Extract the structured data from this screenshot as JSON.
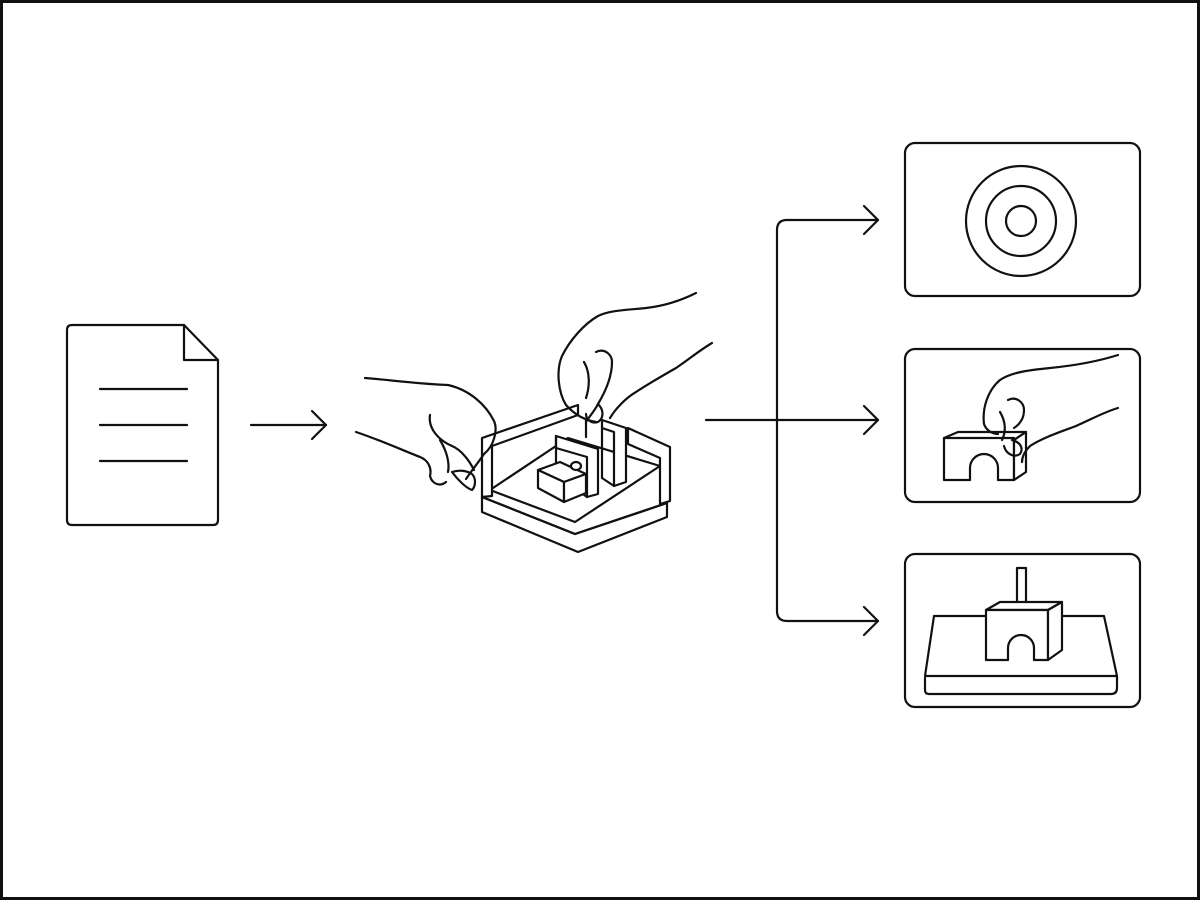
{
  "diagram": {
    "colors": {
      "line": "#111111",
      "background": "#ffffff"
    },
    "nodes": [
      {
        "id": "document",
        "icon": "document-icon"
      },
      {
        "id": "hands-assembling",
        "icon": "hands-assembling-model-icon"
      },
      {
        "id": "target-panel",
        "icon": "target-icon"
      },
      {
        "id": "hand-placing-panel",
        "icon": "hand-placing-block-icon"
      },
      {
        "id": "mounted-block-panel",
        "icon": "mounted-block-icon"
      }
    ],
    "edges": [
      {
        "from": "document",
        "to": "hands-assembling"
      },
      {
        "from": "hands-assembling",
        "to": "target-panel"
      },
      {
        "from": "hands-assembling",
        "to": "hand-placing-panel"
      },
      {
        "from": "hands-assembling",
        "to": "mounted-block-panel"
      }
    ]
  }
}
